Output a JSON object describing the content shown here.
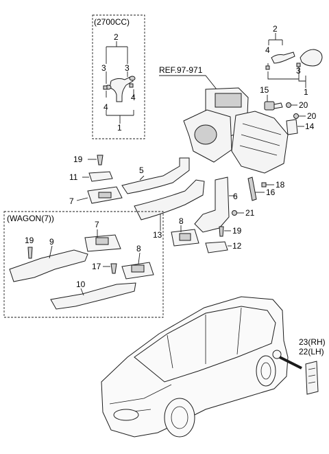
{
  "diagram": {
    "box_2700": "(2700CC)",
    "box_wagon": "(WAGON(7))",
    "ref_label": "REF.97-971",
    "labels": {
      "n1": "1",
      "n2": "2",
      "n3": "3",
      "n4": "4",
      "n5": "5",
      "n6": "6",
      "n7": "7",
      "n8": "8",
      "n9": "9",
      "n10": "10",
      "n11": "11",
      "n12": "12",
      "n13": "13",
      "n14": "14",
      "n15": "15",
      "n16": "16",
      "n17": "17",
      "n18": "18",
      "n19": "19",
      "n20": "20",
      "n21": "21",
      "n22_lh": "22(LH)",
      "n23_rh": "23(RH)"
    }
  }
}
